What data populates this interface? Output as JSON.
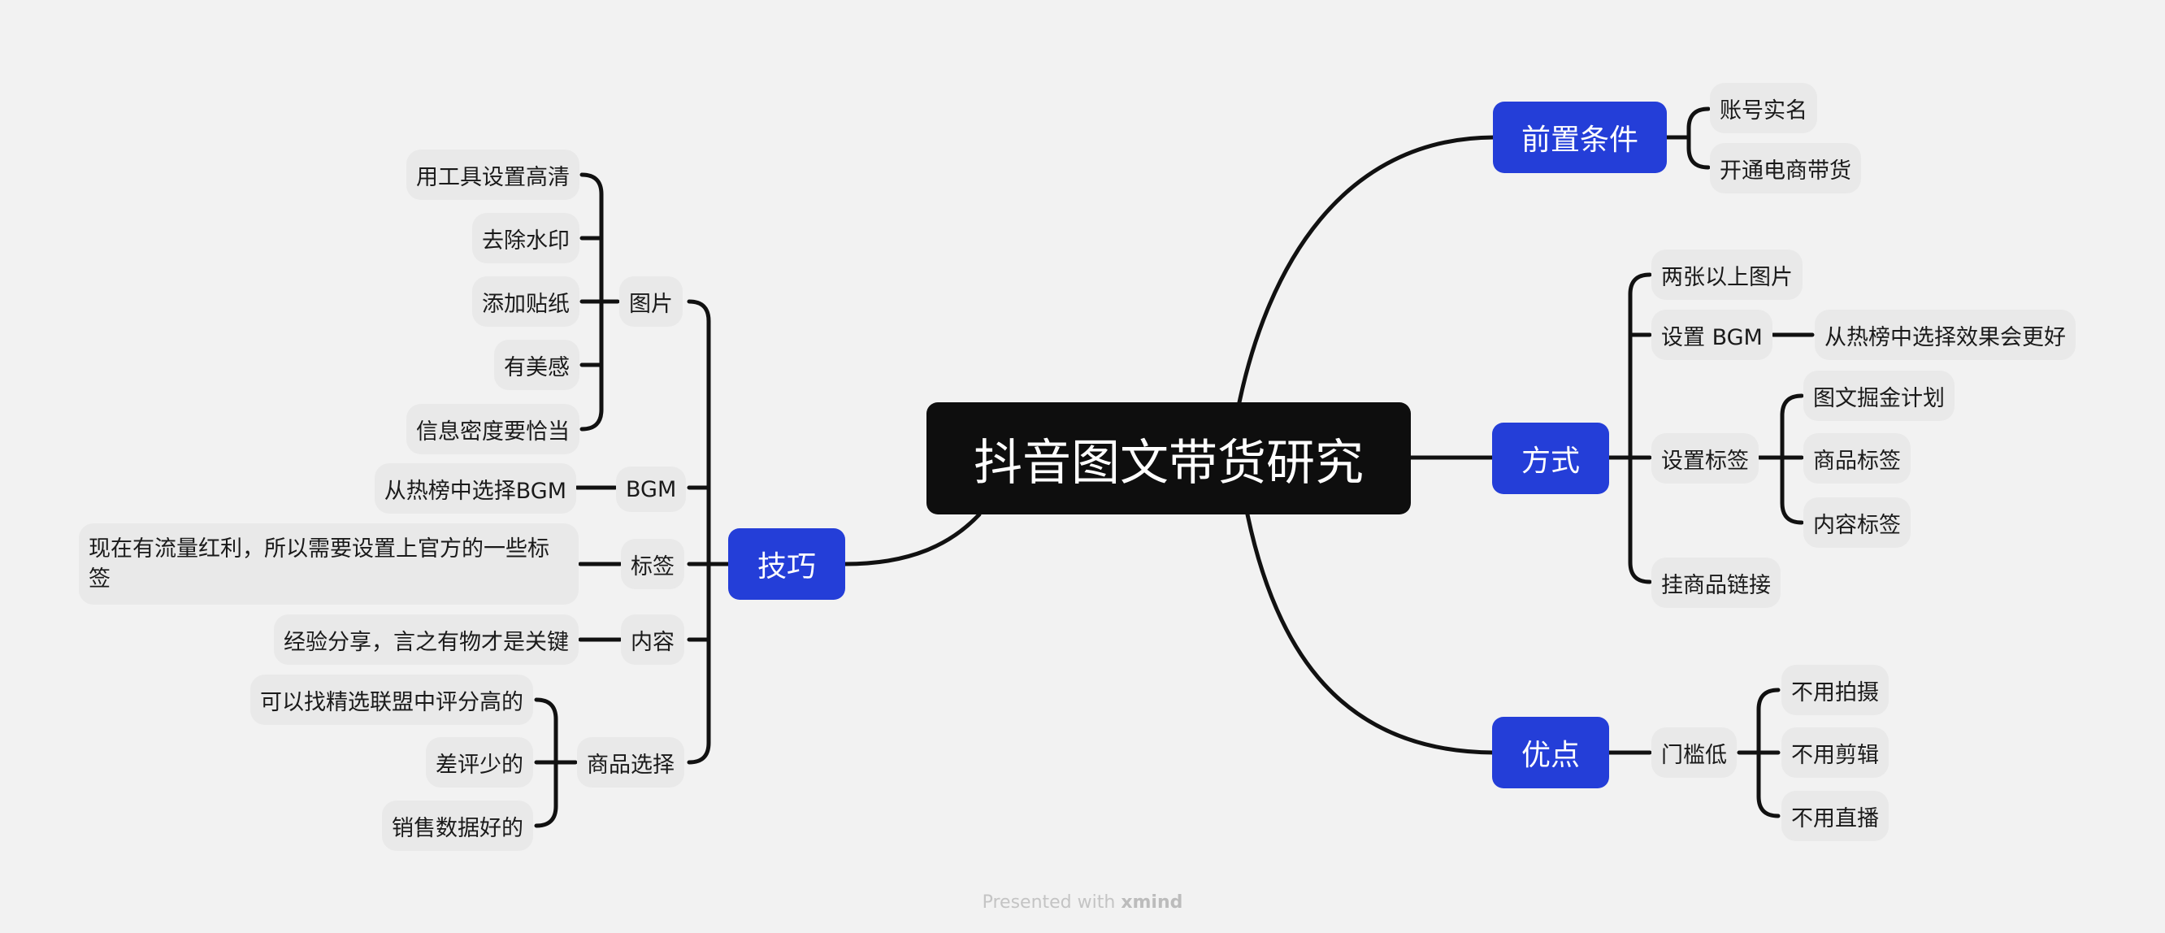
{
  "root": {
    "label": "抖音图文带货研究"
  },
  "colors": {
    "root": "#0e0e0e",
    "main_topic": "#243ed8",
    "subtopic": "#e9e9e9",
    "background": "#f2f2f2",
    "connector": "#111111"
  },
  "branches": {
    "prereq": {
      "label": "前置条件",
      "children": [
        "账号实名",
        "开通电商带货"
      ]
    },
    "method": {
      "label": "方式",
      "children": [
        {
          "label": "两张以上图片"
        },
        {
          "label": "设置 BGM",
          "children": [
            "从热榜中选择效果会更好"
          ]
        },
        {
          "label": "设置标签",
          "children": [
            "图文掘金计划",
            "商品标签",
            "内容标签"
          ]
        },
        {
          "label": "挂商品链接"
        }
      ]
    },
    "advantage": {
      "label": "优点",
      "children": [
        {
          "label": "门槛低",
          "children": [
            "不用拍摄",
            "不用剪辑",
            "不用直播"
          ]
        }
      ]
    },
    "tips": {
      "label": "技巧",
      "children": [
        {
          "label": "图片",
          "children": [
            "用工具设置高清",
            "去除水印",
            "添加贴纸",
            "有美感",
            "信息密度要恰当"
          ]
        },
        {
          "label": "BGM",
          "children": [
            "从热榜中选择BGM"
          ]
        },
        {
          "label": "标签",
          "children": [
            "现在有流量红利，所以需要设置上官方的一些标签"
          ]
        },
        {
          "label": "内容",
          "children": [
            "经验分享，言之有物才是关键"
          ]
        },
        {
          "label": "商品选择",
          "children": [
            "可以找精选联盟中评分高的",
            "差评少的",
            "销售数据好的"
          ]
        }
      ]
    }
  },
  "footer": {
    "prefix": "Presented with",
    "brand": "xmind"
  }
}
